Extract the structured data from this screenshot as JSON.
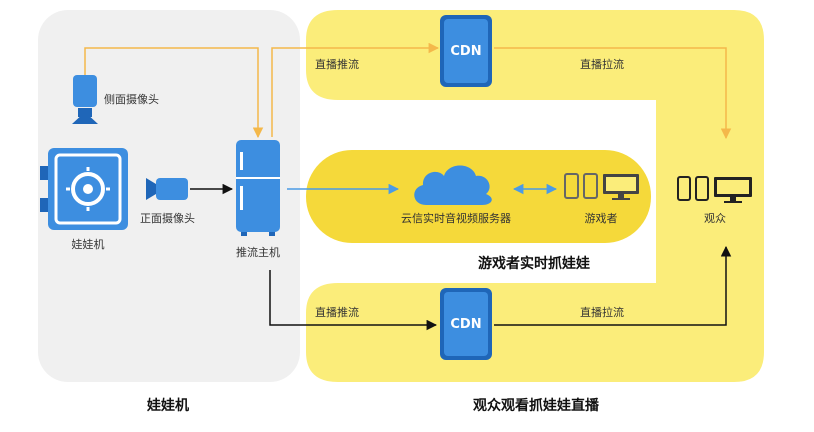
{
  "colors": {
    "panel_gray": "#f0f0f0",
    "panel_yellow": "#fbed7a",
    "inner_yellow": "#f5d93a",
    "device_blue": "#3d8ee0",
    "device_dark": "#1f66b8",
    "arrow_orange": "#f4b84a",
    "arrow_blue": "#4a9be6",
    "arrow_black": "#111111",
    "device_gray": "#666666"
  },
  "labels": {
    "side_camera": "侧面摄像头",
    "front_camera": "正面摄像头",
    "claw_machine": "娃娃机",
    "stream_host": "推流主机",
    "cdn_top": "CDN",
    "cdn_bottom": "CDN",
    "push_top": "直播推流",
    "pull_top": "直播拉流",
    "push_bottom": "直播推流",
    "pull_bottom": "直播拉流",
    "cloud_server": "云信实时音视频服务器",
    "players": "游戏者",
    "audience": "观众"
  },
  "titles": {
    "player_section": "游戏者实时抓娃娃",
    "left_section": "娃娃机",
    "right_section": "观众观看抓娃娃直播"
  },
  "icons": {
    "side_camera": "camera-icon",
    "front_camera": "video-camera-icon",
    "claw_machine": "safe-icon",
    "stream_host": "fridge-server-icon",
    "cloud": "cloud-icon",
    "phone": "phone-icon",
    "monitor": "monitor-icon"
  }
}
